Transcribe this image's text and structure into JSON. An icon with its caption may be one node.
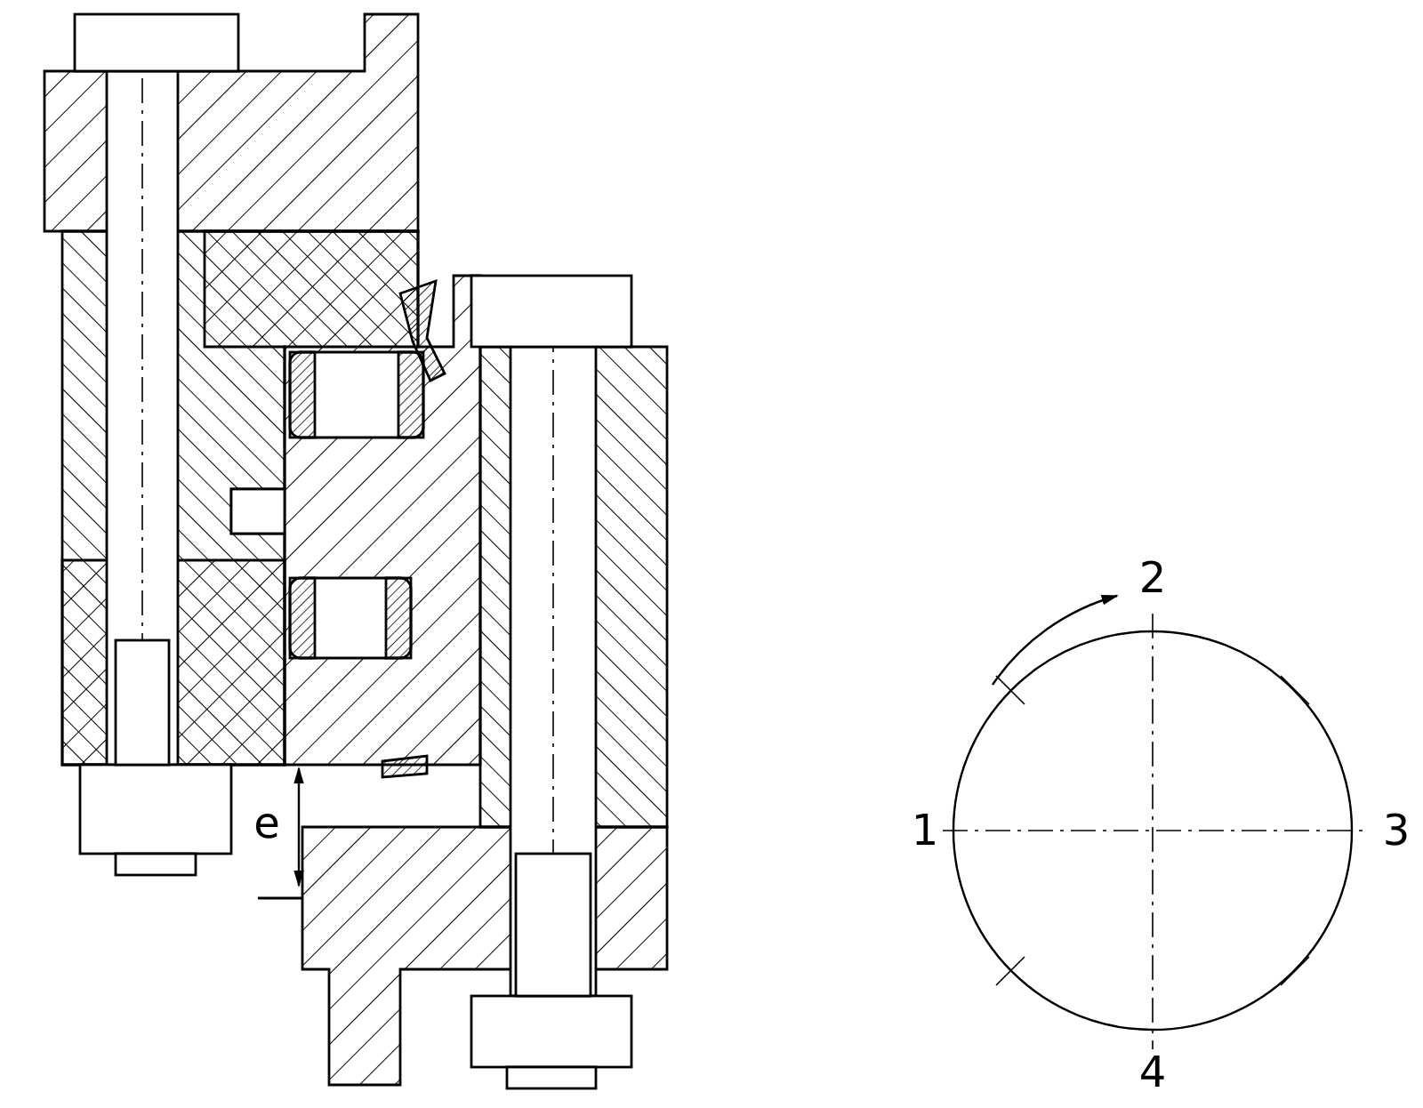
{
  "diagram": {
    "labels": [
      "e",
      "2",
      "1",
      "3",
      "4"
    ]
  }
}
